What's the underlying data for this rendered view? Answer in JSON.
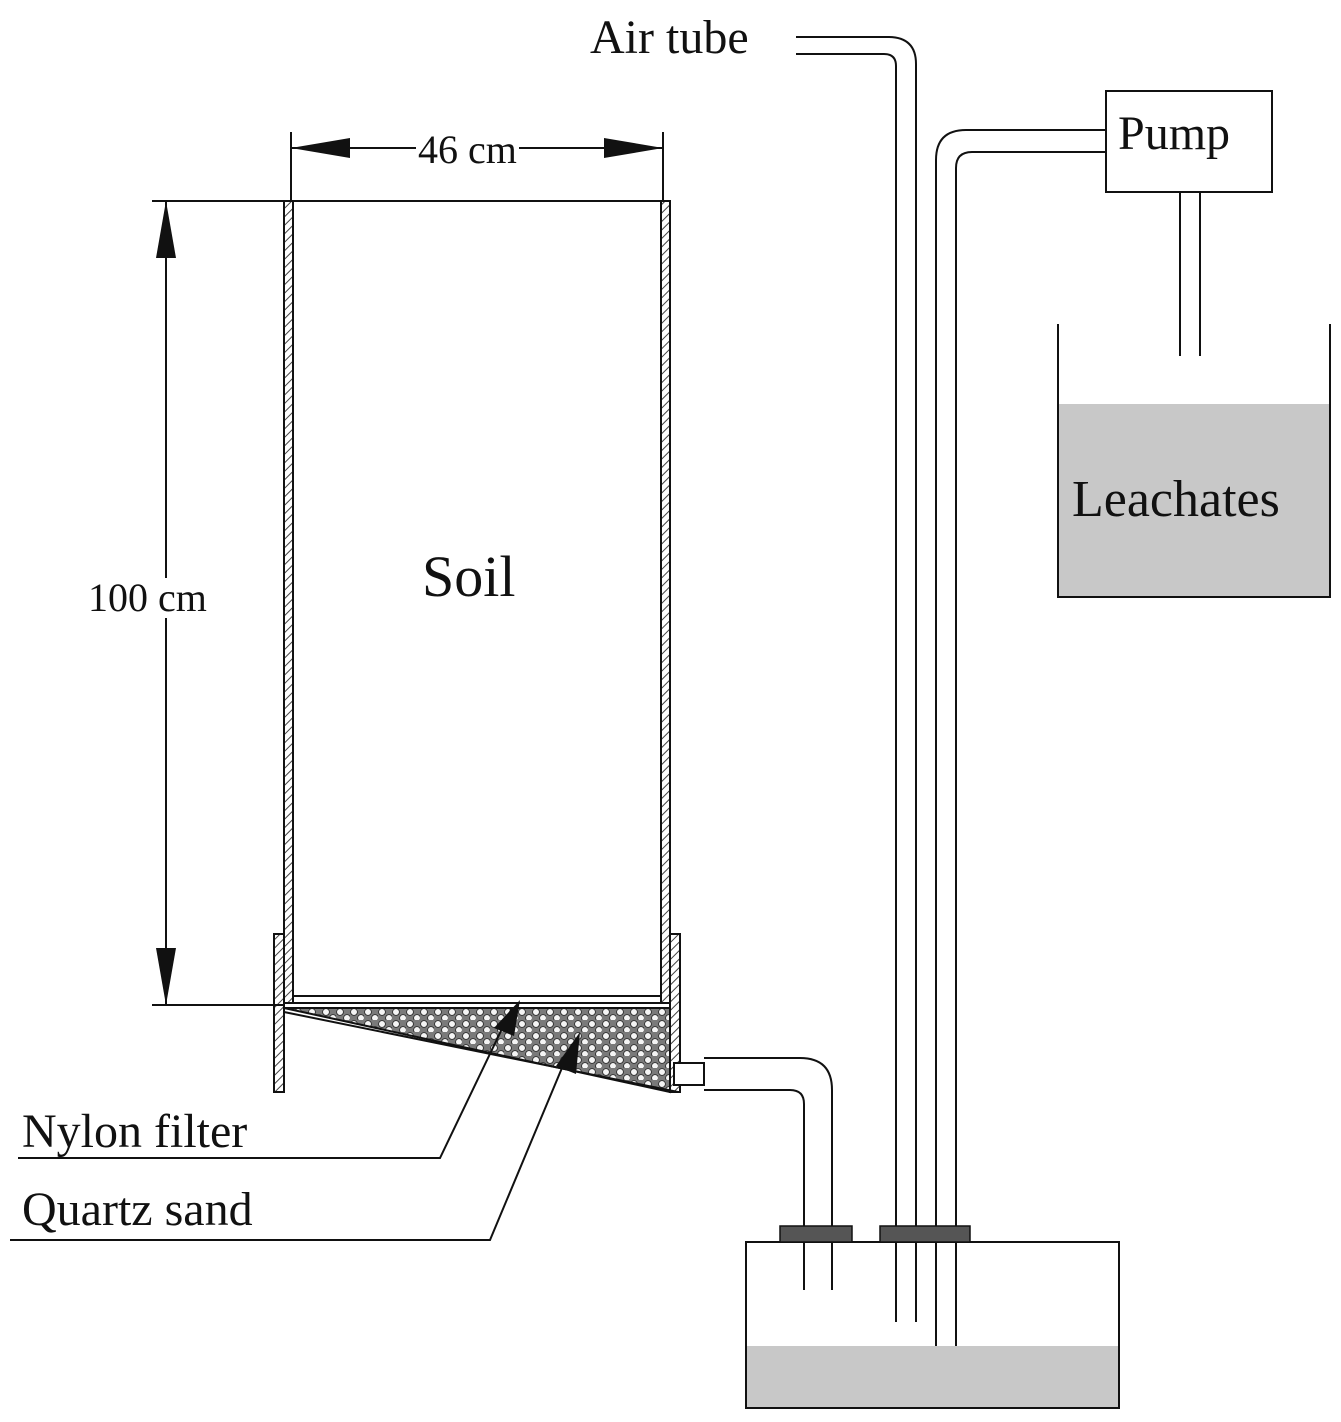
{
  "diagram": {
    "labels": {
      "width": "46 cm",
      "height": "100 cm",
      "soil": "Soil",
      "air_tube": "Air tube",
      "pump": "Pump",
      "leachates": "Leachates",
      "nylon_filter": "Nylon filter",
      "quartz_sand": "Quartz sand"
    },
    "colors": {
      "line": "#111111",
      "liquid": "#c8c8c8",
      "stopper": "#555555",
      "wall_hatch": "#444444"
    }
  }
}
